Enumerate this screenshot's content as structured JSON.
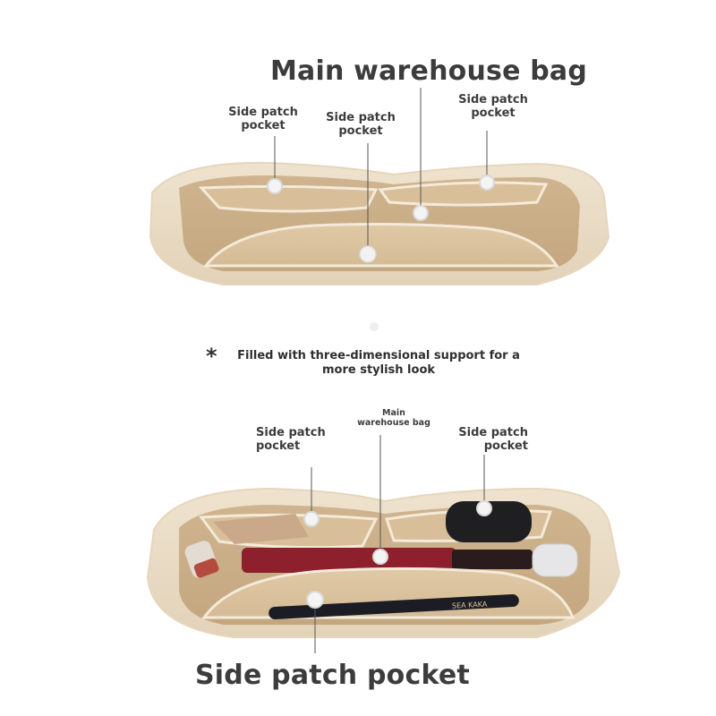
{
  "top": {
    "title": "Main warehouse bag",
    "left_label": [
      "Side patch",
      "pocket"
    ],
    "center_label": [
      "Side patch",
      "pocket"
    ],
    "right_label": [
      "Side patch",
      "pocket"
    ]
  },
  "note": {
    "star": "*",
    "line1": "Filled with three-dimensional support for a",
    "line2": "more stylish look"
  },
  "bottom": {
    "center_label": [
      "Main",
      "warehouse bag"
    ],
    "left_label": [
      "Side patch",
      "pocket"
    ],
    "right_label": [
      "Side patch",
      "pocket"
    ],
    "title": "Side patch pocket",
    "pen_text": "SEA KAKA"
  }
}
